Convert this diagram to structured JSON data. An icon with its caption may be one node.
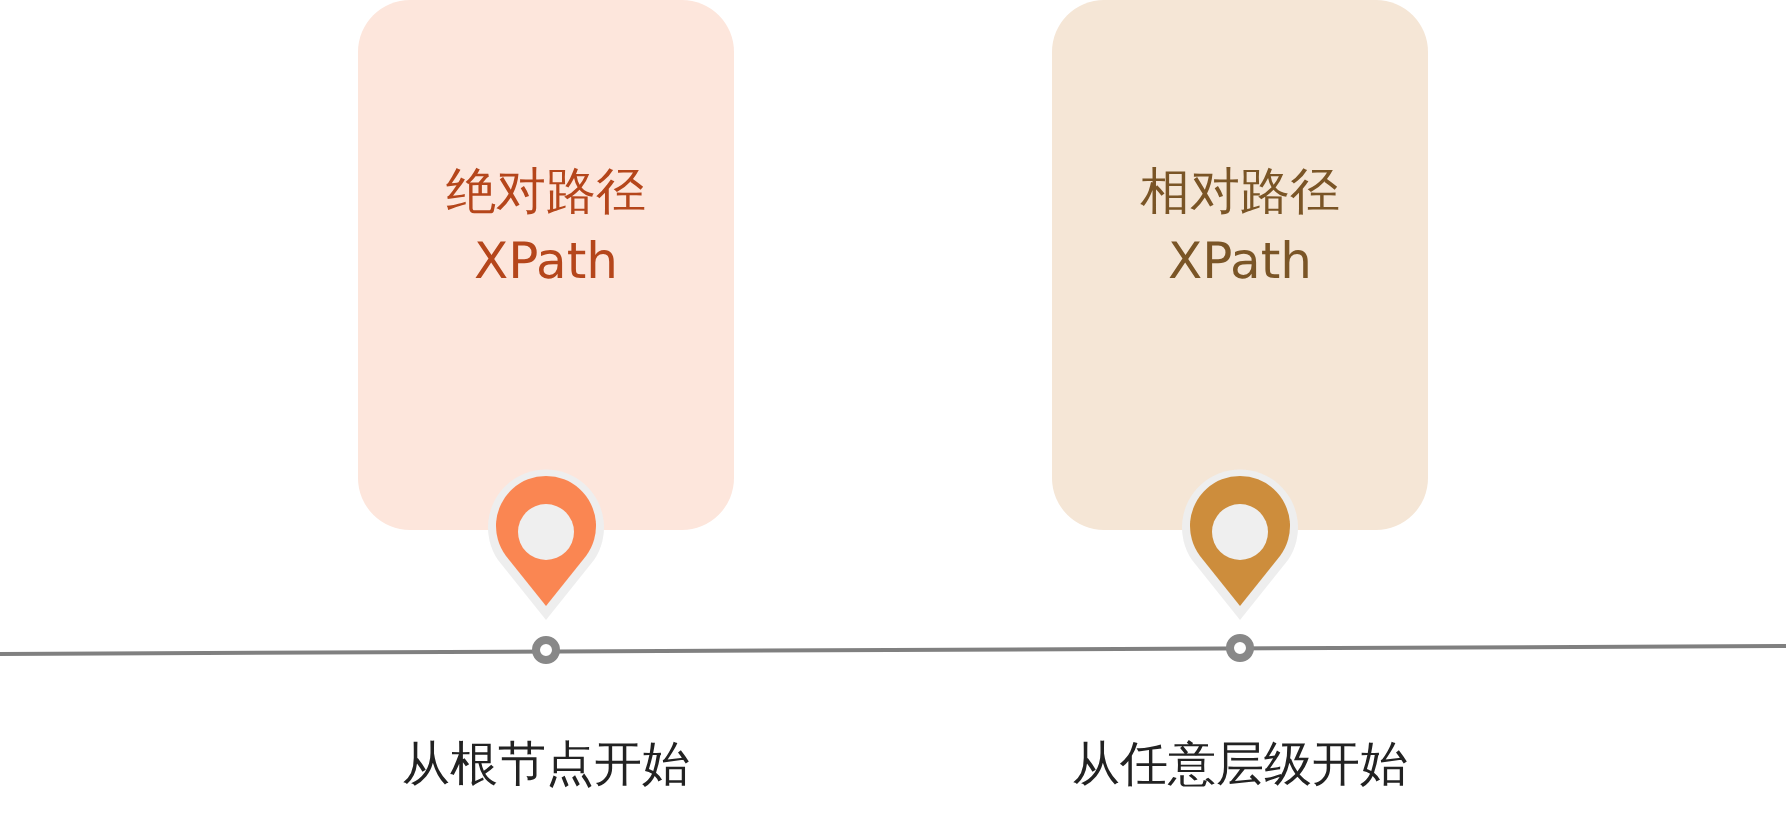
{
  "diagram": {
    "nodes": [
      {
        "text": [
          "绝对路径",
          "XPath"
        ]
      },
      {
        "text": [
          "相对路径",
          "XPath"
        ]
      }
    ],
    "labels": [
      "从根节点开始",
      "从任意层级开始"
    ]
  }
}
